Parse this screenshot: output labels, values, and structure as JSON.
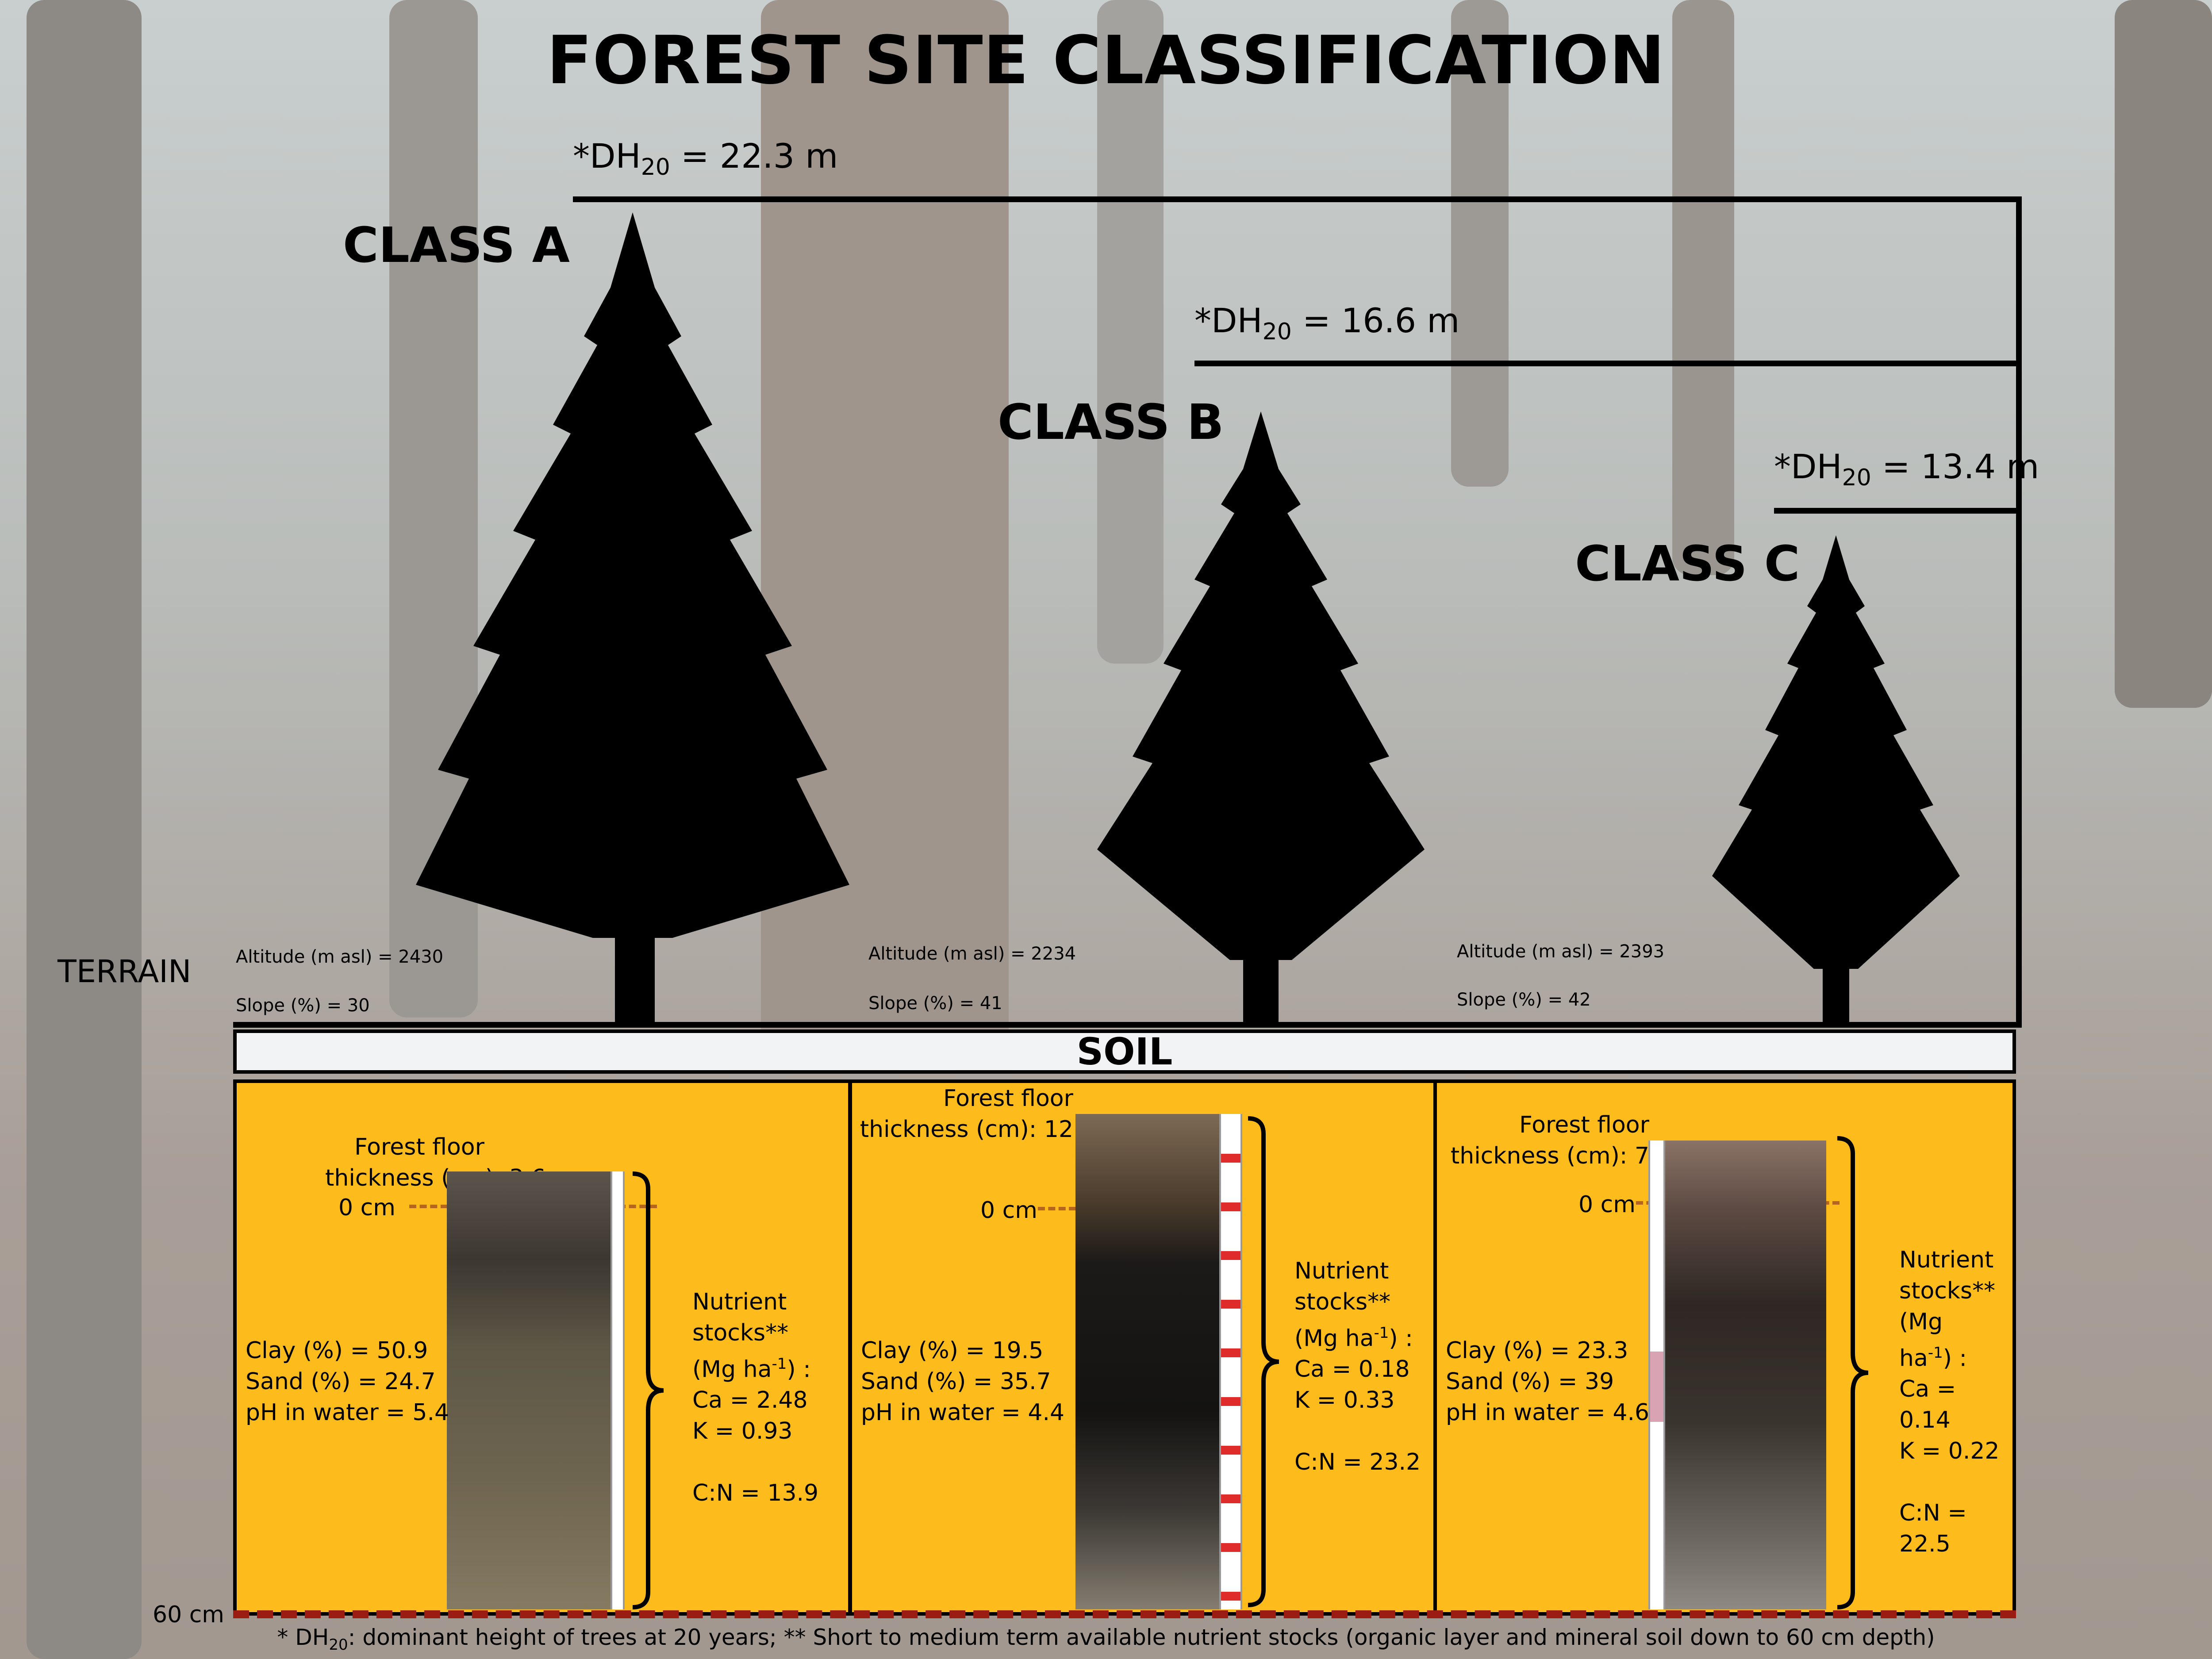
{
  "title": "FOREST SITE CLASSIFICATION",
  "classes": [
    {
      "label": "CLASS A",
      "dh_prefix": "*DH",
      "dh_sub": "20",
      "dh_value": "= 22.3 m",
      "altitude": "Altitude (m asl) = 2430",
      "slope": "Slope (%) = 30",
      "floor_label_1": "Forest floor",
      "floor_label_2": "thickness (cm): 3.6",
      "zero": "0 cm",
      "clay": "Clay (%) = 50.9",
      "sand": "Sand (%) = 24.7",
      "ph": "pH in water = 5.4",
      "nutrients": [
        "Nutrient",
        "stocks**",
        "(Mg ha",
        "Ca = 2.48",
        "K =  0.93",
        "",
        "C:N = 13.9"
      ]
    },
    {
      "label": "CLASS B",
      "dh_prefix": "*DH",
      "dh_sub": "20",
      "dh_value": "= 16.6 m",
      "altitude": "Altitude (m asl) = 2234",
      "slope": "Slope (%) = 41",
      "floor_label_1": "Forest floor",
      "floor_label_2": "thickness (cm): 12",
      "zero": "0 cm",
      "clay": "Clay (%) = 19.5",
      "sand": "Sand (%) = 35.7",
      "ph": "pH in water = 4.4",
      "nutrients": [
        "Nutrient",
        "stocks**",
        "(Mg ha",
        "Ca = 0.18",
        "K =  0.33",
        "",
        "C:N = 23.2"
      ]
    },
    {
      "label": "CLASS C",
      "dh_prefix": "*DH",
      "dh_sub": "20",
      "dh_value": "= 13.4 m",
      "altitude": "Altitude (m asl) = 2393",
      "slope": "Slope (%) = 42",
      "floor_label_1": "Forest floor",
      "floor_label_2": "thickness (cm): 7",
      "zero": "0 cm",
      "clay": "Clay (%) = 23.3",
      "sand": "Sand (%) = 39",
      "ph": "pH in water = 4.6",
      "nutrients": [
        "Nutrient",
        "stocks**",
        "(Mg",
        "ha",
        "Ca =",
        "0.14",
        "K = 0.22",
        "",
        "C:N =",
        "22.5"
      ]
    }
  ],
  "terrain_label": "TERRAIN",
  "soil_label": "SOIL",
  "depth_label": "60 cm",
  "unit_exponent": "-1",
  "unit_suffix": ") :",
  "footer": {
    "prefix": "* DH",
    "sub": "20",
    "rest": ": dominant height of trees at 20 years; ** Short to medium term available nutrient stocks (organic layer and mineral soil down to 60 cm depth)"
  }
}
